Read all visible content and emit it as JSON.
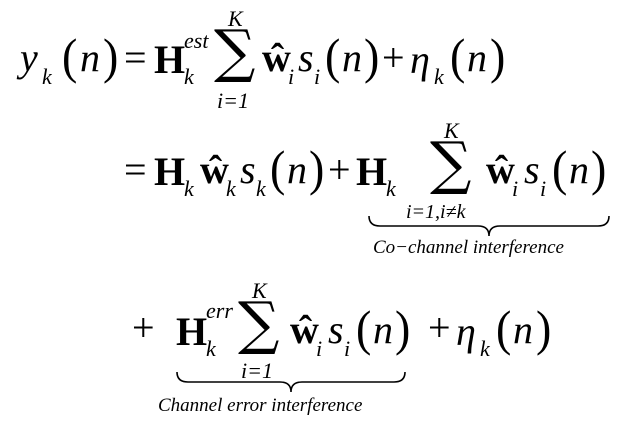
{
  "equation": {
    "line1": {
      "lhs_y": "y",
      "lhs_sub": "k",
      "lhs_n": "n",
      "equals": "=",
      "H": "H",
      "H_sup": "est",
      "H_sub": "k",
      "sum_upper": "K",
      "sum_lower": "i=1",
      "w": "ŵ",
      "w_sub": "i",
      "s": "s",
      "s_sub": "i",
      "s_arg": "n",
      "plus": "+",
      "eta": "η",
      "eta_sub": "k",
      "eta_arg": "n"
    },
    "line2": {
      "equals": "=",
      "H": "H",
      "H_sub": "k",
      "w": "ŵ",
      "w_sub": "k",
      "s": "s",
      "s_sub": "k",
      "s_arg": "n",
      "plus": "+",
      "H2": "H",
      "H2_sub": "k",
      "sum_upper": "K",
      "sum_lower": "i=1,i≠k",
      "w2": "ŵ",
      "w2_sub": "i",
      "s2": "s",
      "s2_sub": "i",
      "s2_arg": "n",
      "brace_label": "Co−channel interference"
    },
    "line3": {
      "plus": "+",
      "H": "H",
      "H_sup": "err",
      "H_sub": "k",
      "sum_upper": "K",
      "sum_lower": "i=1",
      "w": "ŵ",
      "w_sub": "i",
      "s": "s",
      "s_sub": "i",
      "s_arg": "n",
      "plus2": "+",
      "eta": "η",
      "eta_sub": "k",
      "eta_arg": "n",
      "brace_label": "Channel error interference"
    }
  }
}
